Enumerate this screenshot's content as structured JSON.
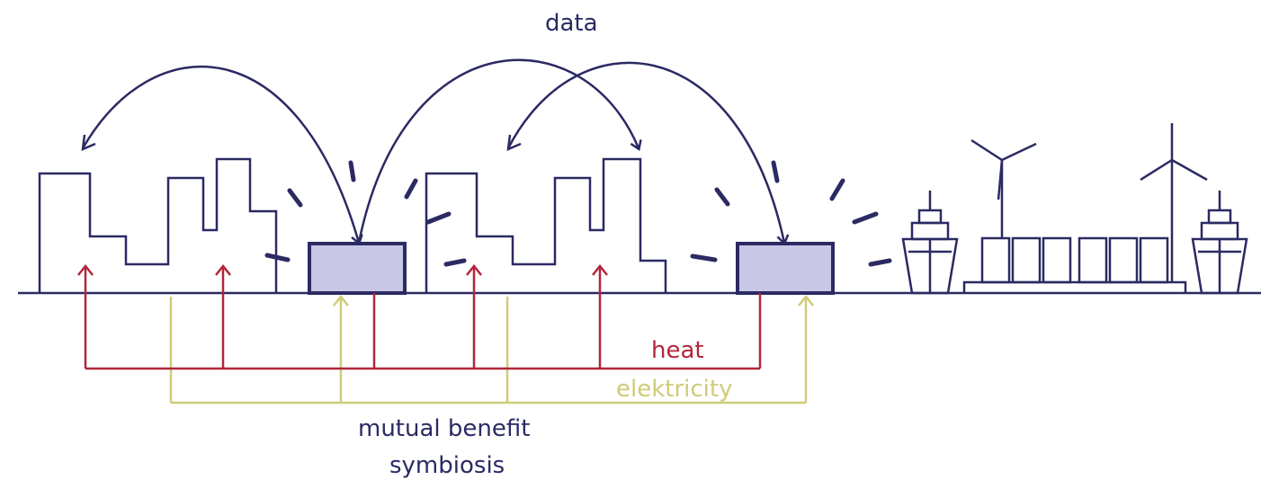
{
  "labels": {
    "data": "data",
    "heat": "heat",
    "electricity": "elektricity",
    "mutual_benefit": "mutual benefit",
    "symbiosis": "symbiosis"
  },
  "colors": {
    "navy": "#2b2a63",
    "heat_red": "#b2263a",
    "electricity_yellow": "#cfcb78",
    "datacenter_fill": "#c8c8e6",
    "background": "#ffffff"
  },
  "icons": [
    "building-skyline",
    "datacenter-box",
    "ship-icon",
    "wind-turbine-icon",
    "container-stack"
  ]
}
